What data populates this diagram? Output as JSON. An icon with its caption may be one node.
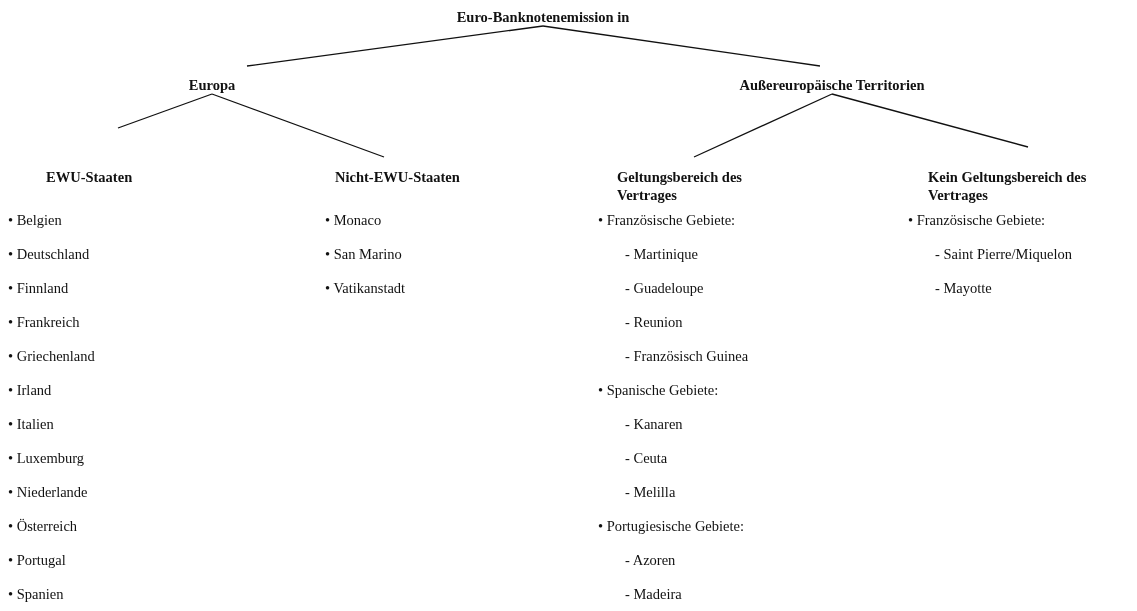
{
  "diagram": {
    "nodes": [
      {
        "text": [
          "Euro-Banknotenemission in"
        ]
      },
      {
        "text": [
          "Europa"
        ]
      },
      {
        "text": [
          "Außereuropäische Territorien"
        ]
      },
      {
        "text": [
          "EWU-Staaten",
          "• Belgien",
          "• Deutschland",
          "• Finnland",
          "• Frankreich",
          "• Griechenland",
          "• Irland",
          "• Italien",
          "• Luxemburg",
          "• Niederlande",
          "• Österreich",
          "• Portugal",
          "• Spanien"
        ]
      },
      {
        "text": [
          "Nicht-EWU-Staaten",
          "• Monaco",
          "• San Marino",
          "• Vatikanstadt"
        ]
      },
      {
        "text": [
          "Geltungsbereich des Vertrages",
          "• Französische Gebiete:",
          "- Martinique",
          "- Guadeloupe",
          "- Reunion",
          "- Französisch Guinea",
          "• Spanische Gebiete:",
          "- Kanaren",
          "- Ceuta",
          "- Melilla",
          "• Portugiesische Gebiete:",
          "- Azoren",
          "- Madeira"
        ]
      },
      {
        "text": [
          "Kein Geltungsbereich des Vertrages",
          "• Französische Gebiete:",
          "- Saint Pierre/Miquelon",
          "- Mayotte"
        ]
      }
    ],
    "edges": [
      {
        "from": 0,
        "to": 1,
        "arrow": "none"
      },
      {
        "from": 0,
        "to": 2,
        "arrow": "none"
      },
      {
        "from": 1,
        "to": 3,
        "arrow": "none"
      },
      {
        "from": 1,
        "to": 4,
        "arrow": "none"
      },
      {
        "from": 2,
        "to": 5,
        "arrow": "none"
      },
      {
        "from": 2,
        "to": 6,
        "arrow": "none"
      }
    ]
  }
}
